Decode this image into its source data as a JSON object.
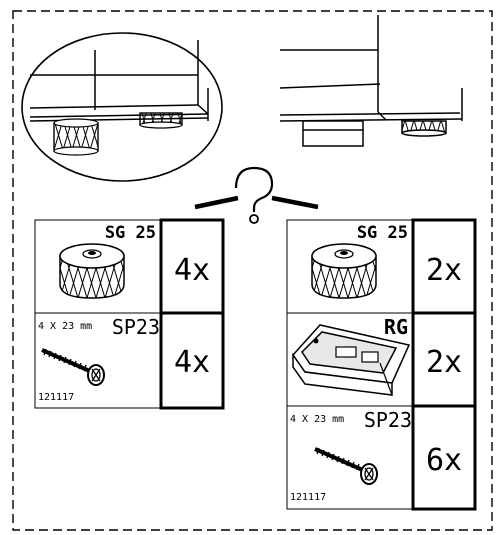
{
  "left_panel": {
    "rows": [
      {
        "part_code": "SG 25",
        "size": "",
        "qty": "4x",
        "part_number": ""
      },
      {
        "part_code": "SP23",
        "size": "4 X 23 mm",
        "qty": "4x",
        "part_number": "121117"
      }
    ]
  },
  "right_panel": {
    "rows": [
      {
        "part_code": "SG 25",
        "size": "",
        "qty": "2x",
        "part_number": ""
      },
      {
        "part_code": "RG",
        "size": "",
        "qty": "2x",
        "part_number": ""
      },
      {
        "part_code": "SP23",
        "size": "4 X 23 mm",
        "qty": "6x",
        "part_number": "121117"
      }
    ]
  },
  "icons": [
    "foot-glide-icon",
    "screw-icon",
    "rail-guide-icon",
    "question-mark-icon"
  ]
}
